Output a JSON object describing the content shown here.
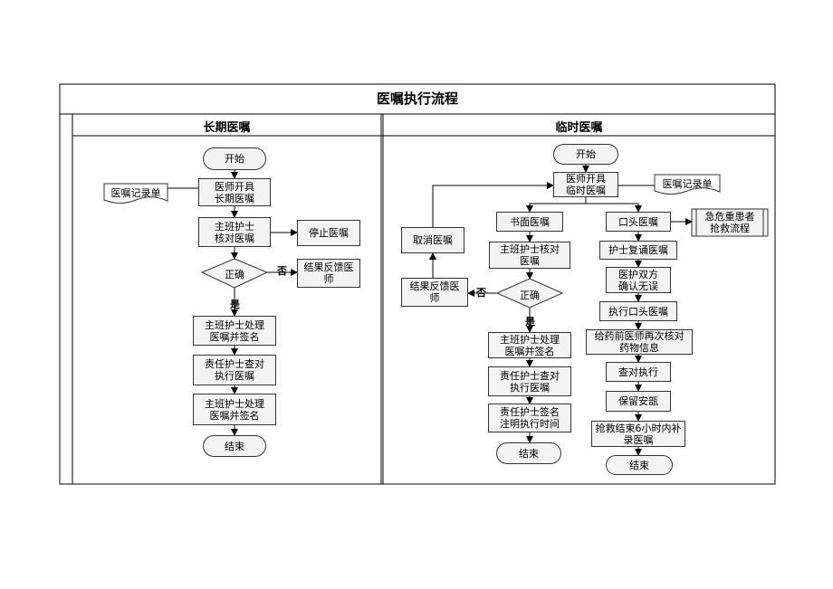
{
  "title": "医嘱执行流程",
  "lanes": {
    "left": "长期医嘱",
    "right": "临时医嘱"
  },
  "left": {
    "start": "开始",
    "doc": "医嘱记录单",
    "n1": "医师开具\n长期医嘱",
    "n2": "主班护士\n核对医嘱",
    "stop": "停止医嘱",
    "decision": "正确",
    "feedback": "结果反馈医\n师",
    "no": "否",
    "yes": "是",
    "n3": "主班护士处理\n医嘱并签名",
    "n4": "责任护士查对\n执行医嘱",
    "n5": "主班护士处理\n医嘱并签名",
    "end": "结束"
  },
  "right": {
    "start": "开始",
    "n1": "医师开具\n临时医嘱",
    "doc": "医嘱记录单",
    "written": "书面医嘱",
    "cancel": "取消医嘱",
    "w1": "主班护士核对\n医嘱",
    "feedback": "结果反馈医\n师",
    "decision": "正确",
    "no": "否",
    "yes": "是",
    "w2": "主班护士处理\n医嘱并签名",
    "w3": "责任护士查对\n执行医嘱",
    "w4": "责任护士签名\n注明执行时间",
    "w_end": "结束",
    "oral": "口头医嘱",
    "emergency": "急危重患者\n抢救流程",
    "o1": "护士复诵医嘱",
    "o2": "医护双方\n确认无误",
    "o3": "执行口头医嘱",
    "o4": "给药前医师再次核对\n药物信息",
    "o5": "查对执行",
    "o6": "保留安瓿",
    "o7": "抢救结束6小时内补\n录医嘱",
    "o_end": "结束"
  }
}
